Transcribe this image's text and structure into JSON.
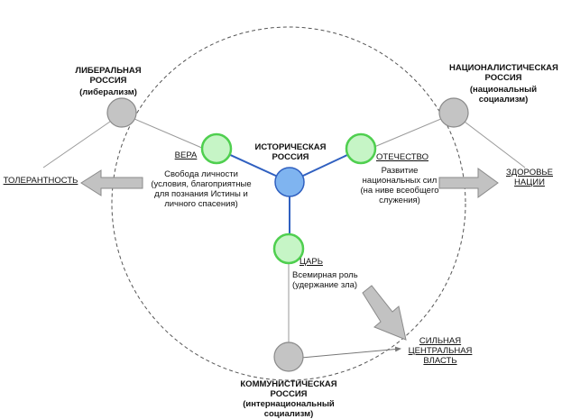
{
  "center": {
    "title": "ИСТОРИЧЕСКАЯ\nРОССИЯ"
  },
  "liberal": {
    "title": "ЛИБЕРАЛЬНАЯ\nРОССИЯ",
    "subtitle": "(либерализм)"
  },
  "nationalist": {
    "title": "НАЦИОНАЛИСТИЧЕСКАЯ\nРОССИЯ",
    "subtitle": "(национальный\nсоциализм)"
  },
  "communist": {
    "title": "КОММУНИСТИЧЕСКАЯ\nРОССИЯ",
    "subtitle": "(интернациональный\nсоциализм)"
  },
  "pillars": {
    "faith": {
      "label": "ВЕРА",
      "desc": "Свобода личности\n(условия, благоприятные\nдля познания Истины и\nличного спасения)"
    },
    "fatherland": {
      "label": "ОТЕЧЕСТВО",
      "desc": "Развитие\nнациональных сил\n(на ниве всеобщего\nслужения)"
    },
    "tsar": {
      "label": "ЦАРЬ",
      "desc": "Всемирная роль\n(удержание зла)"
    }
  },
  "outcomes": {
    "tolerance": "ТОЛЕРАНТНОСТЬ",
    "nation_health": "ЗДОРОВЬЕ\nНАЦИИ",
    "strong_power": "СИЛЬНАЯ\nЦЕНТРАЛЬНАЯ\nВЛАСТЬ"
  },
  "colors": {
    "center_fill": "#7fb4f0",
    "center_stroke": "#3060c0",
    "pillar_fill": "#c6f5c6",
    "pillar_stroke": "#4fcf4f",
    "outer_fill": "#c4c4c4",
    "outer_stroke": "#8a8a8a",
    "arrow_fill": "#c2c2c2",
    "arrow_stroke": "#8a8a8a"
  }
}
